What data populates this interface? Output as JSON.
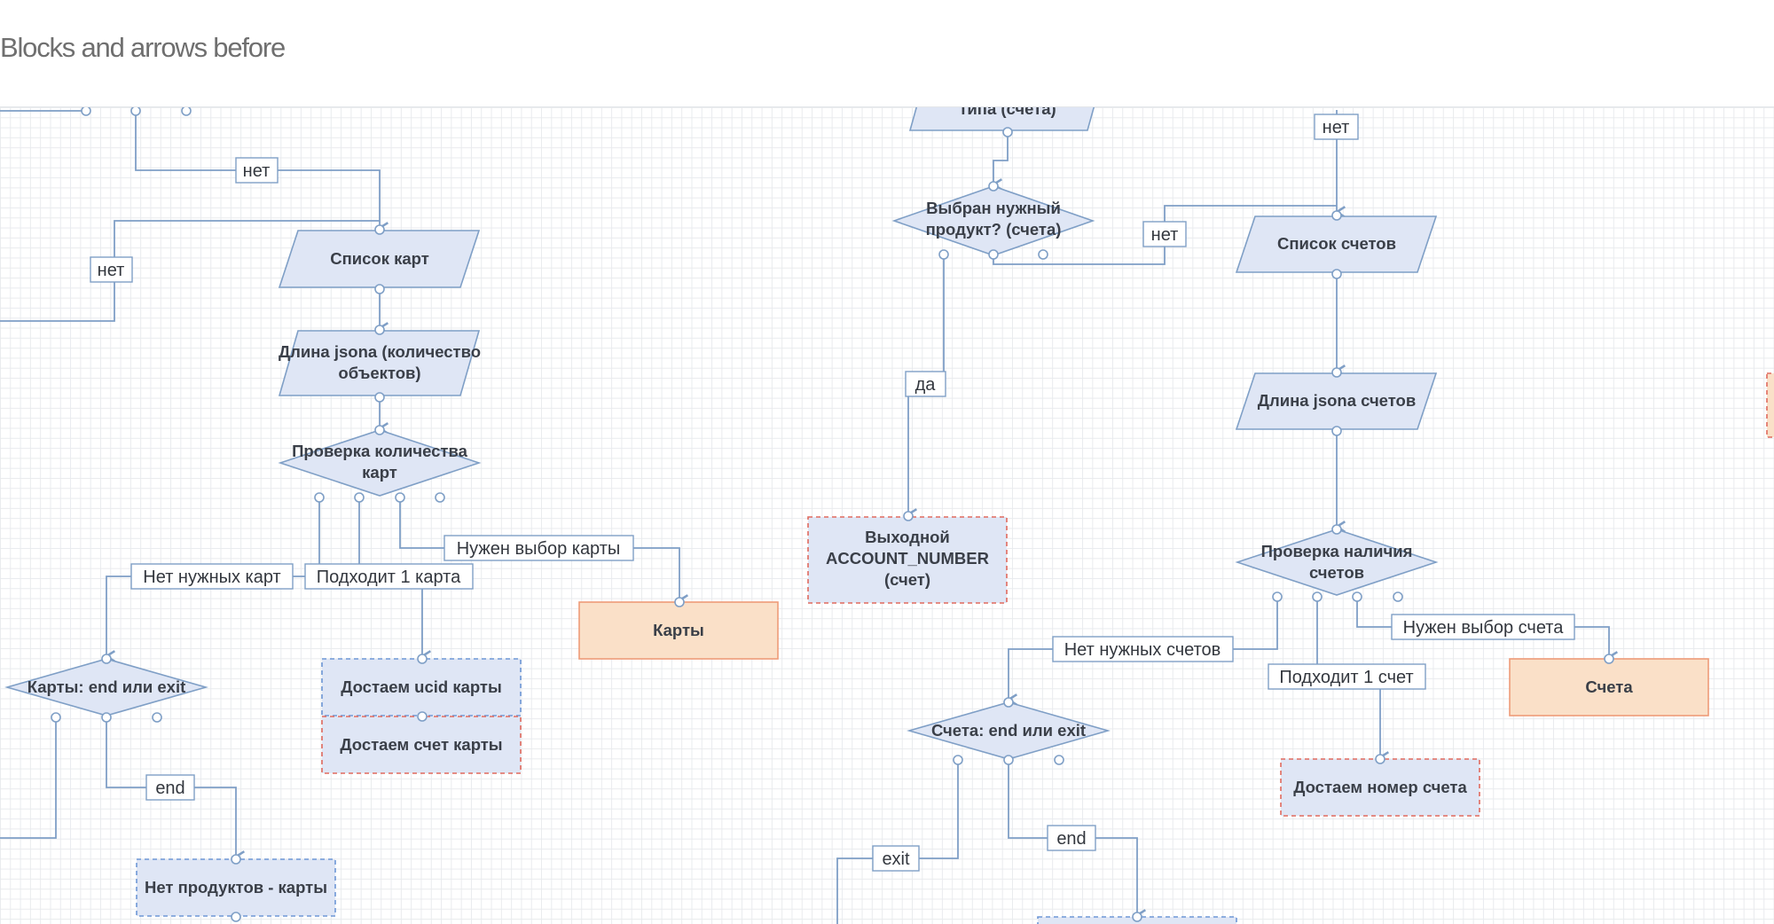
{
  "page": {
    "title": "Blocks and arrows before"
  },
  "colors": {
    "block_fill": "#dfe6f5",
    "block_stroke": "#7f9fc6",
    "dashed_red_stroke": "#e06a5e",
    "dashed_blue_stroke": "#6e97d6",
    "orange_fill": "#fae0c8",
    "orange_stroke": "#ee9b78",
    "edge": "#7f9fc6",
    "label_border": "#7f9fc6"
  },
  "blocks": {
    "tipa_scheta": "типа (счета)",
    "spisok_kart": "Список карт",
    "dlina_json_1": "Длина jsona (количество",
    "dlina_json_2": "объектов)",
    "proverka_kart_1": "Проверка количества",
    "proverka_kart_2": "карт",
    "karty": "Карты",
    "vybran_1": "Выбран нужный",
    "vybran_2": "продукт? (счета)",
    "vyhodnoi_1": "Выходной",
    "vyhodnoi_2": "ACCOUNT_NUMBER",
    "vyhodnoi_3": "(счет)",
    "spisok_schetov": "Список счетов",
    "dlina_json_schetov": "Длина jsona счетов",
    "proverka_schetov_1": "Проверка наличия",
    "proverka_schetov_2": "счетов",
    "scheta": "Счета",
    "karty_end_exit": "Карты: end или exit",
    "dostaem_ucid": "Достаем ucid карты",
    "dostaem_schet_karty": "Достаем счет карты",
    "net_produktov_karty": "Нет продуктов - карты",
    "scheta_end_exit": "Счета: end или exit",
    "dostaem_nomer_scheta": "Достаем номер счета"
  },
  "edge_labels": {
    "net_1": "нет",
    "net_2": "нет",
    "net_3": "нет",
    "net_4": "нет",
    "da": "да",
    "nuzhen_vybor_karty": "Нужен выбор карты",
    "net_nuzhnyh_kart": "Нет нужных карт",
    "podhodit_1_karta": "Подходит 1 карта",
    "nuzhen_vybor_scheta": "Нужен выбор счета",
    "net_nuzhnyh_schetov": "Нет нужных счетов",
    "podhodit_1_schet": "Подходит 1 счет",
    "end_1": "end",
    "end_2": "end",
    "exit": "exit"
  }
}
